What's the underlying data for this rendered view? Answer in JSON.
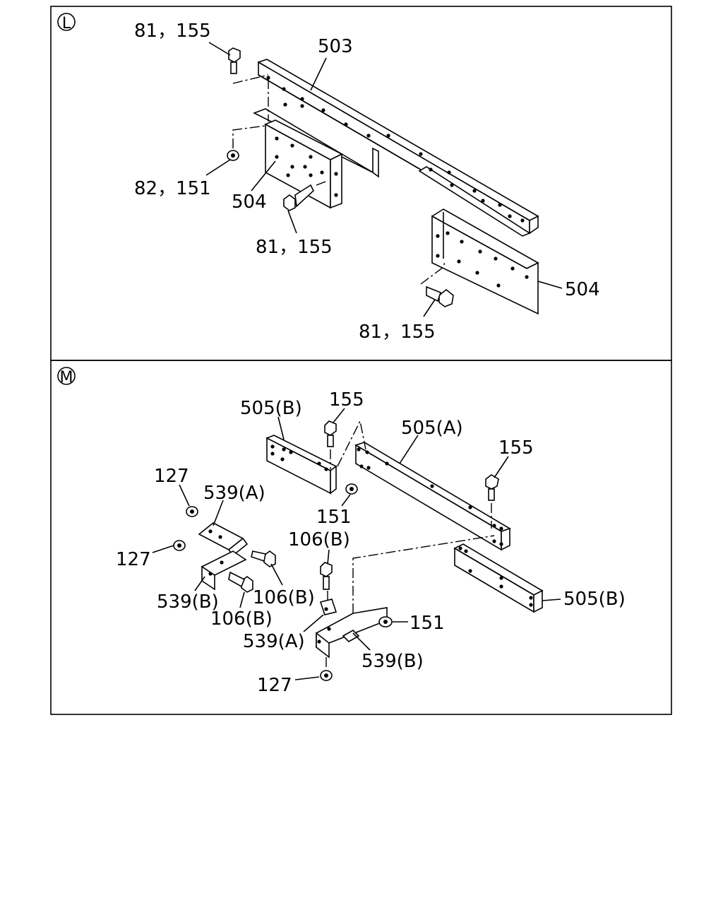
{
  "panels": [
    {
      "marker": "L",
      "labels": {
        "top_bolt": "81，155",
        "rail": "503",
        "nut": "82，151",
        "left_bracket": "504",
        "mid_bolt": "81，155",
        "right_bracket": "504",
        "right_bolt": "81，155"
      }
    },
    {
      "marker": "M",
      "labels": {
        "bracket_b_top": "505(B)",
        "bolt_top": "155",
        "rail_a": "505(A)",
        "bolt_right": "155",
        "nut_151_top": "151",
        "nut_127_top": "127",
        "clip_539a_top": "539(A)",
        "nut_127_left": "127",
        "bolt_106b_top": "106(B)",
        "bolt_106b_right": "106(B)",
        "clip_539b_left": "539(B)",
        "bolt_106b_bottom": "106(B)",
        "bracket_b_right": "505(B)",
        "nut_151_bottom": "151",
        "clip_539a_bottom": "539(A)",
        "clip_539b_bottom": "539(B)",
        "nut_127_bottom": "127"
      }
    }
  ]
}
